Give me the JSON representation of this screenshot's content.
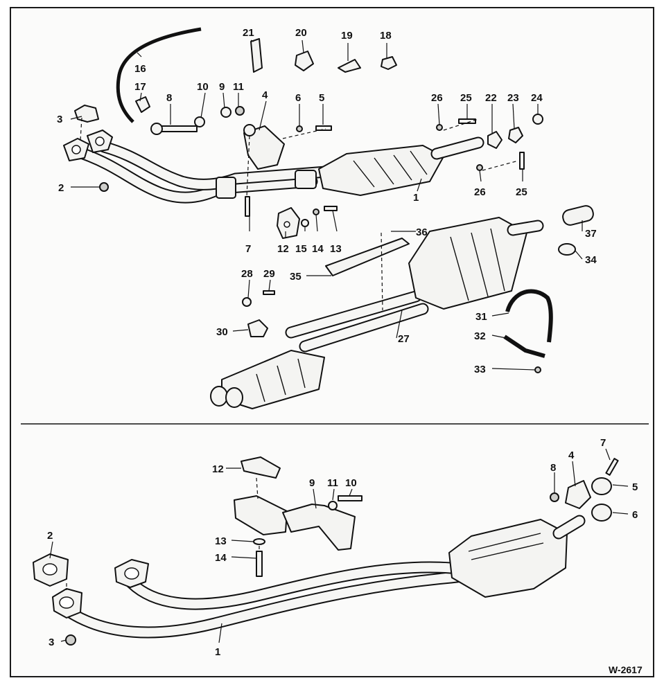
{
  "diagram": {
    "code": "W-2617",
    "top_labels": [
      "1",
      "2",
      "3",
      "4",
      "5",
      "6",
      "7",
      "8",
      "9",
      "10",
      "11",
      "12",
      "13",
      "14",
      "15",
      "16",
      "17",
      "18",
      "19",
      "20",
      "21",
      "22",
      "23",
      "24",
      "25",
      "25",
      "26",
      "26",
      "27",
      "28",
      "29",
      "30",
      "31",
      "32",
      "33",
      "34",
      "35",
      "36",
      "37"
    ],
    "bottom_labels": [
      "1",
      "2",
      "3",
      "4",
      "5",
      "6",
      "7",
      "8",
      "9",
      "10",
      "11",
      "12",
      "13",
      "14"
    ]
  }
}
